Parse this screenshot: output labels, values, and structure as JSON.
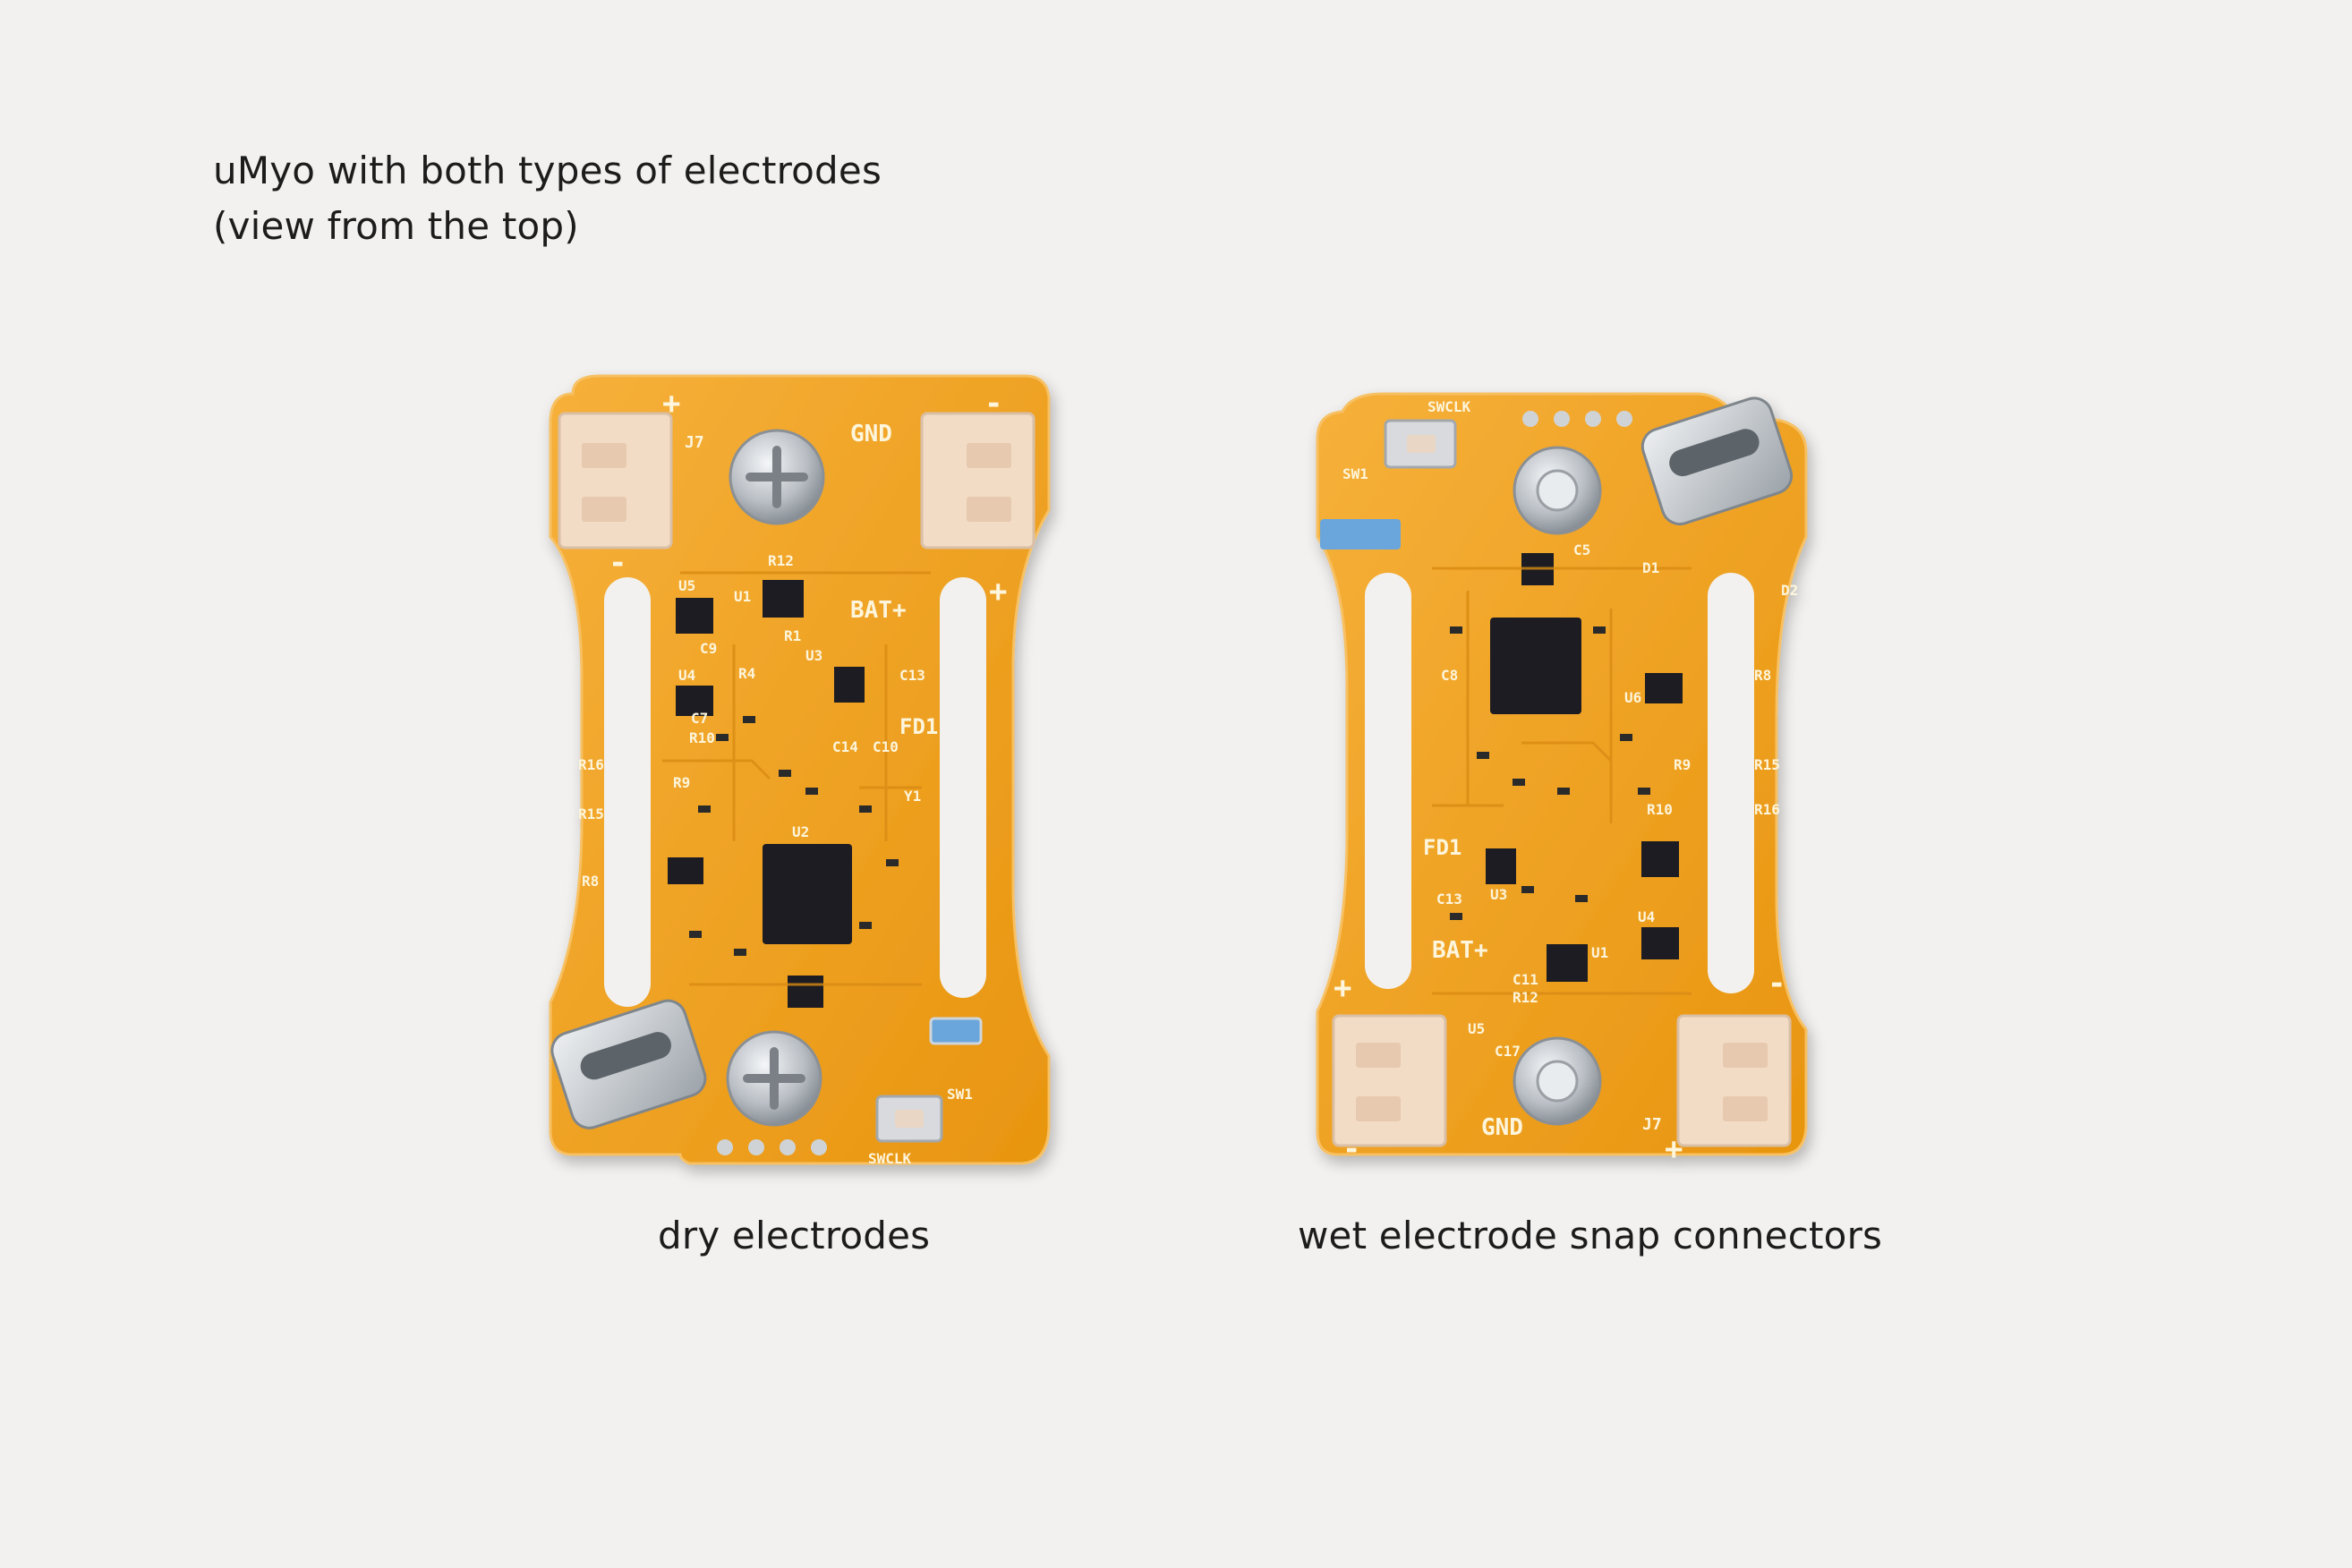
{
  "title": {
    "line1": "uMyo with both types of electrodes",
    "line2": "(view from the top)"
  },
  "boards": [
    {
      "caption": "dry electrodes",
      "silkscreen": [
        "GND",
        "BAT+",
        "FD1",
        "SW1",
        "SWCLK",
        "J7",
        "U5",
        "U4",
        "U3",
        "U2",
        "U1",
        "R1",
        "R4",
        "R8",
        "R9",
        "R10",
        "R12",
        "R15",
        "R16",
        "C7",
        "C9",
        "C10",
        "C13",
        "C14",
        "Y1",
        "+",
        "+",
        "-",
        "-"
      ]
    },
    {
      "caption": "wet electrode snap connectors",
      "silkscreen": [
        "GND",
        "BAT+",
        "FD1",
        "SW1",
        "SWCLK",
        "J7",
        "U1",
        "U3",
        "U4",
        "U5",
        "U6",
        "R8",
        "R9",
        "R10",
        "R12",
        "R15",
        "R16",
        "C5",
        "C8",
        "C11",
        "C13",
        "C17",
        "D1",
        "D2",
        "+",
        "+",
        "-",
        "-"
      ]
    }
  ],
  "colors": {
    "background": "#f2f1ef",
    "pcb": "#f0a11c",
    "pcb_edge": "#f6b84a",
    "connector": "#f3dcc6",
    "chip": "#1f1f22",
    "metal": "#c9cdd2",
    "text": "#1c1c1c"
  }
}
